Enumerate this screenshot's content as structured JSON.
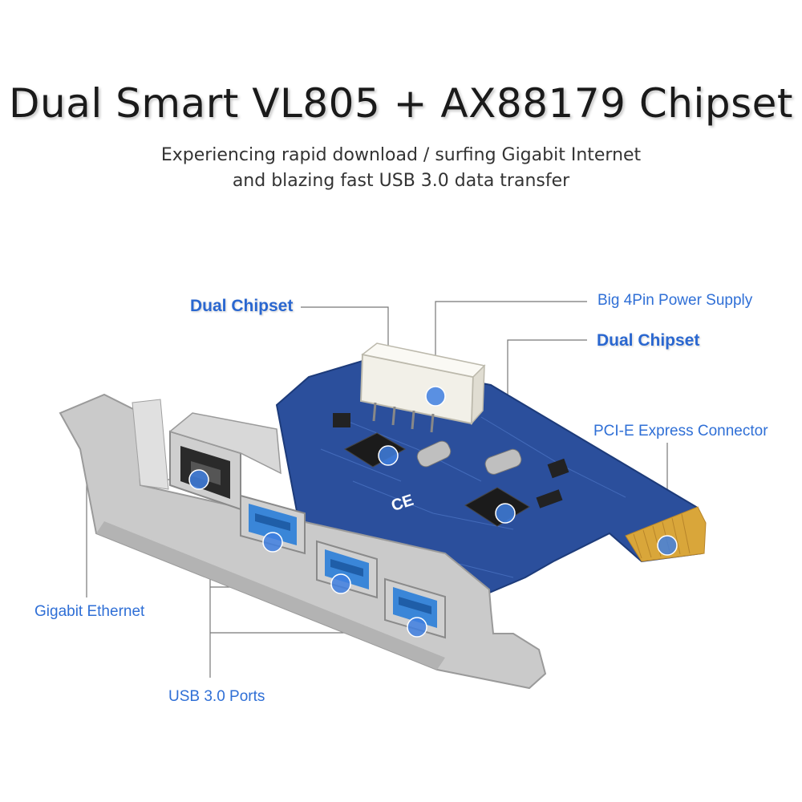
{
  "header": {
    "title": "Dual Smart VL805 + AX88179 Chipset",
    "subtitle": "Experiencing rapid download / surfing Gigabit Internet and blazing fast USB 3.0 data transfer"
  },
  "callouts": {
    "dual_chipset_left": "Dual Chipset",
    "power_supply": "Big 4Pin Power Supply",
    "dual_chipset_right": "Dual Chipset",
    "pcie_connector": "PCI-E Express Connector",
    "gigabit_ethernet": "Gigabit Ethernet",
    "usb_ports": "USB 3.0 Ports"
  },
  "colors": {
    "label_blue": "#2f6fd6",
    "pcb_blue": "#2b4f9c",
    "bracket_silver": "#c8c8c8",
    "usb_port_blue": "#3a86d8",
    "gold_contacts": "#d9a63a"
  }
}
